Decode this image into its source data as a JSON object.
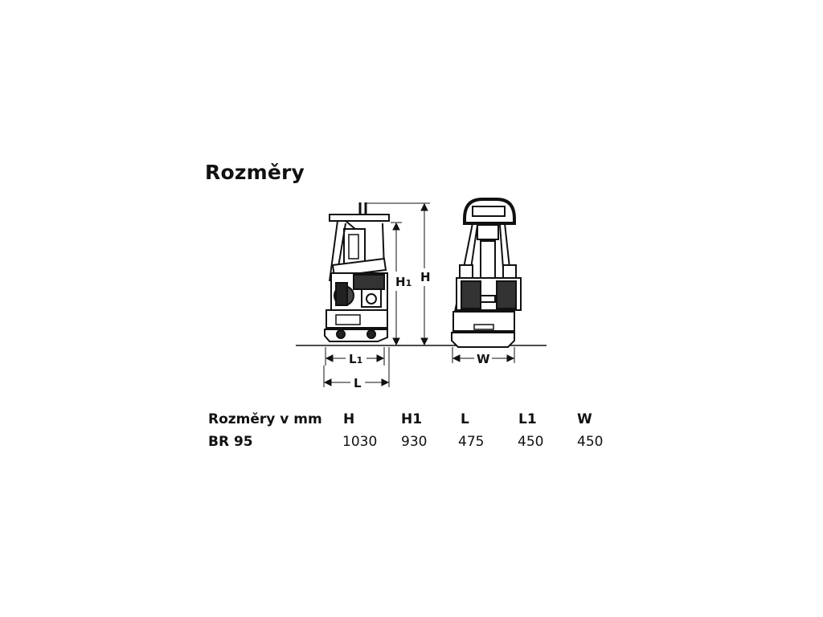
{
  "title": "Rozměry",
  "labels": {
    "H1": "H",
    "H1_sub": "1",
    "H": "H",
    "L1": "L",
    "L1_sub": "1",
    "L": "L",
    "W": "W"
  },
  "table": {
    "headers": [
      "Rozměry v mm",
      "H",
      "H1",
      "L",
      "L1",
      "W"
    ],
    "rows": [
      [
        "BR 95",
        "1030",
        "930",
        "475",
        "450",
        "450"
      ]
    ]
  }
}
